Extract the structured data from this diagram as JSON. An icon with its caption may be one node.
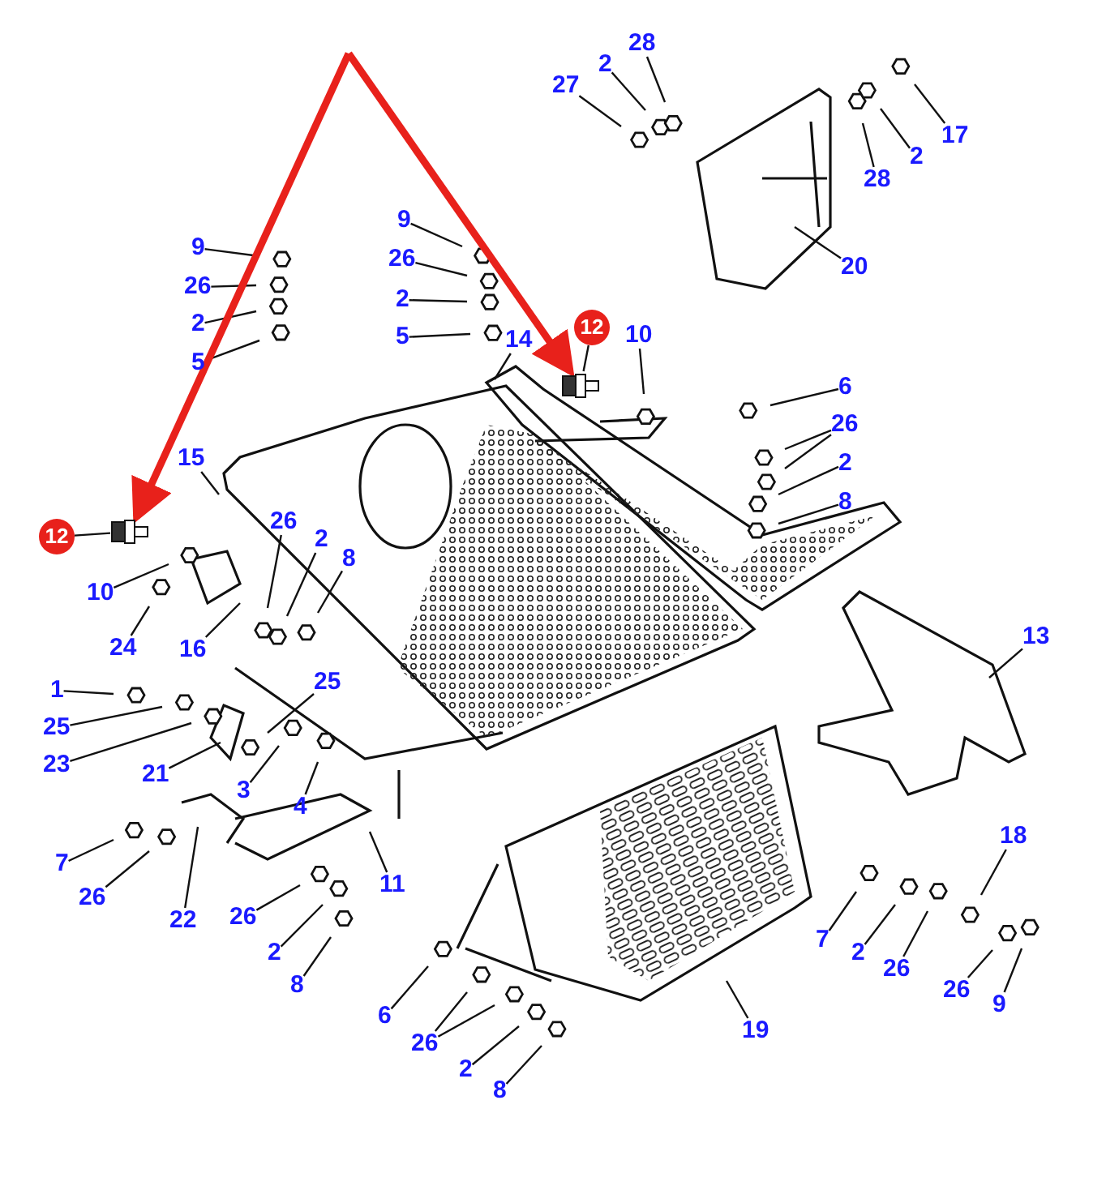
{
  "diagram": {
    "nodes": [
      {
        "text": [
          "27"
        ]
      },
      {
        "text": [
          "2"
        ]
      },
      {
        "text": [
          "28"
        ]
      },
      {
        "text": [
          "17"
        ]
      },
      {
        "text": [
          "28"
        ]
      },
      {
        "text": [
          "2"
        ]
      },
      {
        "text": [
          "20"
        ]
      },
      {
        "text": [
          "9"
        ]
      },
      {
        "text": [
          "26"
        ]
      },
      {
        "text": [
          "2"
        ]
      },
      {
        "text": [
          "5"
        ]
      },
      {
        "text": [
          "9"
        ]
      },
      {
        "text": [
          "26"
        ]
      },
      {
        "text": [
          "2"
        ]
      },
      {
        "text": [
          "5"
        ]
      },
      {
        "text": [
          "14"
        ]
      },
      {
        "text": [
          "12"
        ]
      },
      {
        "text": [
          "10"
        ]
      },
      {
        "text": [
          "6"
        ]
      },
      {
        "text": [
          "26"
        ]
      },
      {
        "text": [
          "2"
        ]
      },
      {
        "text": [
          "8"
        ]
      },
      {
        "text": [
          "15"
        ]
      },
      {
        "text": [
          "12"
        ]
      },
      {
        "text": [
          "10"
        ]
      },
      {
        "text": [
          "26"
        ]
      },
      {
        "text": [
          "2"
        ]
      },
      {
        "text": [
          "8"
        ]
      },
      {
        "text": [
          "24"
        ]
      },
      {
        "text": [
          "16"
        ]
      },
      {
        "text": [
          "13"
        ]
      },
      {
        "text": [
          "1"
        ]
      },
      {
        "text": [
          "25"
        ]
      },
      {
        "text": [
          "25"
        ]
      },
      {
        "text": [
          "23"
        ]
      },
      {
        "text": [
          "21"
        ]
      },
      {
        "text": [
          "3"
        ]
      },
      {
        "text": [
          "4"
        ]
      },
      {
        "text": [
          "7"
        ]
      },
      {
        "text": [
          "26"
        ]
      },
      {
        "text": [
          "22"
        ]
      },
      {
        "text": [
          "11"
        ]
      },
      {
        "text": [
          "26"
        ]
      },
      {
        "text": [
          "2"
        ]
      },
      {
        "text": [
          "8"
        ]
      },
      {
        "text": [
          "18"
        ]
      },
      {
        "text": [
          "7"
        ]
      },
      {
        "text": [
          "2"
        ]
      },
      {
        "text": [
          "26"
        ]
      },
      {
        "text": [
          "26"
        ]
      },
      {
        "text": [
          "9"
        ]
      },
      {
        "text": [
          "19"
        ]
      },
      {
        "text": [
          "6"
        ]
      },
      {
        "text": [
          "26"
        ]
      },
      {
        "text": [
          "2"
        ]
      },
      {
        "text": [
          "8"
        ]
      },
      {
        "text": [],
        "shape": "picture"
      },
      {
        "text": [],
        "shape": "picture"
      }
    ],
    "edges": [
      {
        "from": 0,
        "to": null,
        "arrow": "none"
      },
      {
        "from": 1,
        "to": null,
        "arrow": "none"
      },
      {
        "from": 2,
        "to": null,
        "arrow": "none"
      },
      {
        "from": 3,
        "to": null,
        "arrow": "none"
      },
      {
        "from": 4,
        "to": null,
        "arrow": "none"
      },
      {
        "from": 5,
        "to": null,
        "arrow": "none"
      },
      {
        "from": 6,
        "to": null,
        "arrow": "none"
      },
      {
        "from": 7,
        "to": null,
        "arrow": "none"
      },
      {
        "from": 8,
        "to": null,
        "arrow": "none"
      },
      {
        "from": 9,
        "to": null,
        "arrow": "none"
      },
      {
        "from": 10,
        "to": null,
        "arrow": "none"
      },
      {
        "from": 11,
        "to": null,
        "arrow": "none"
      },
      {
        "from": 12,
        "to": null,
        "arrow": "none"
      },
      {
        "from": 13,
        "to": null,
        "arrow": "none"
      },
      {
        "from": 14,
        "to": null,
        "arrow": "none"
      },
      {
        "from": 15,
        "to": null,
        "arrow": "none"
      },
      {
        "from": 16,
        "to": 57,
        "arrow": "none"
      },
      {
        "from": 17,
        "to": null,
        "arrow": "none"
      },
      {
        "from": 18,
        "to": null,
        "arrow": "none"
      },
      {
        "from": 19,
        "to": null,
        "arrow": "none"
      },
      {
        "from": 19,
        "to": null,
        "arrow": "none"
      },
      {
        "from": 20,
        "to": null,
        "arrow": "none"
      },
      {
        "from": 21,
        "to": null,
        "arrow": "none"
      },
      {
        "from": 22,
        "to": null,
        "arrow": "none"
      },
      {
        "from": 23,
        "to": 56,
        "arrow": "none"
      },
      {
        "from": 24,
        "to": null,
        "arrow": "none"
      },
      {
        "from": 25,
        "to": null,
        "arrow": "none"
      },
      {
        "from": 26,
        "to": null,
        "arrow": "none"
      },
      {
        "from": 27,
        "to": null,
        "arrow": "none"
      },
      {
        "from": 28,
        "to": null,
        "arrow": "none"
      },
      {
        "from": 29,
        "to": null,
        "arrow": "none"
      },
      {
        "from": 30,
        "to": null,
        "arrow": "none"
      },
      {
        "from": 31,
        "to": null,
        "arrow": "none"
      },
      {
        "from": 32,
        "to": null,
        "arrow": "none"
      },
      {
        "from": 33,
        "to": null,
        "arrow": "none"
      },
      {
        "from": 34,
        "to": null,
        "arrow": "none"
      },
      {
        "from": 35,
        "to": null,
        "arrow": "none"
      },
      {
        "from": 36,
        "to": null,
        "arrow": "none"
      },
      {
        "from": 37,
        "to": null,
        "arrow": "none"
      },
      {
        "from": 38,
        "to": null,
        "arrow": "none"
      },
      {
        "from": 39,
        "to": null,
        "arrow": "none"
      },
      {
        "from": 40,
        "to": null,
        "arrow": "none"
      },
      {
        "from": 41,
        "to": null,
        "arrow": "none"
      },
      {
        "from": 42,
        "to": null,
        "arrow": "none"
      },
      {
        "from": 43,
        "to": null,
        "arrow": "none"
      },
      {
        "from": 44,
        "to": null,
        "arrow": "none"
      },
      {
        "from": 45,
        "to": null,
        "arrow": "none"
      },
      {
        "from": 46,
        "to": null,
        "arrow": "none"
      },
      {
        "from": 47,
        "to": null,
        "arrow": "none"
      },
      {
        "from": 48,
        "to": null,
        "arrow": "none"
      },
      {
        "from": 49,
        "to": null,
        "arrow": "none"
      },
      {
        "from": 50,
        "to": null,
        "arrow": "none"
      },
      {
        "from": 51,
        "to": null,
        "arrow": "none"
      },
      {
        "from": 52,
        "to": null,
        "arrow": "none"
      },
      {
        "from": 53,
        "to": null,
        "arrow": "none"
      },
      {
        "from": 53,
        "to": null,
        "arrow": "none"
      },
      {
        "from": 54,
        "to": null,
        "arrow": "none"
      },
      {
        "from": 55,
        "to": null,
        "arrow": "none"
      },
      {
        "from": null,
        "to": 56,
        "arrow": "to",
        "style": "thick",
        "color": "#e8211b"
      },
      {
        "from": null,
        "to": 57,
        "arrow": "to",
        "style": "thick",
        "color": "#e8211b"
      }
    ]
  }
}
